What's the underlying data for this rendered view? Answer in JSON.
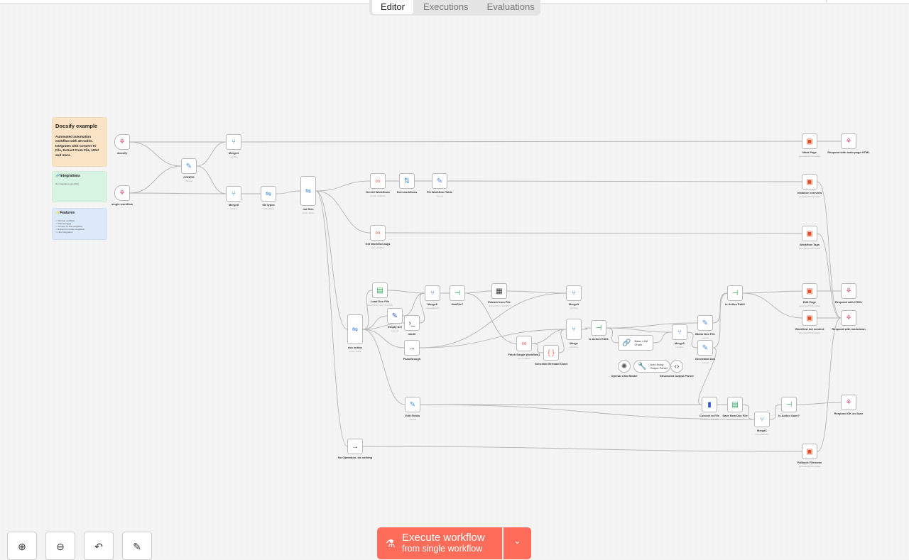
{
  "tabs": [
    "Editor",
    "Executions",
    "Evaluations"
  ],
  "active_tab": "Editor",
  "stickies": {
    "docsify": {
      "title": "Docsify example",
      "body": "Automated automation workflow with 49 nodes. Integrates with Convert To File, Extract From File, Html and more."
    },
    "integrations": {
      "title": "🔗Integrations",
      "body": "No integrations specified."
    },
    "features": {
      "title": "✨Features",
      "items": [
        "✓ 49 node workflow",
        "✓ Manual trigger",
        "✓ Convert To File integration",
        "✓ Extract From File integration",
        "✓ Html integration"
      ]
    }
  },
  "nodes": [
    {
      "label": "docsify",
      "icon": "webhook",
      "color": "#ea4b71"
    },
    {
      "label": "single workflow",
      "icon": "webhook",
      "color": "#ea4b71"
    },
    {
      "label": "CONFIG",
      "sub": "manual",
      "icon": "pencil",
      "color": "#4a8fe0"
    },
    {
      "label": "Merge4",
      "sub": "combine",
      "icon": "merge",
      "color": "#4a8fe0"
    },
    {
      "label": "Merge5",
      "sub": "combine",
      "icon": "merge",
      "color": "#4a8fe0"
    },
    {
      "label": "file types",
      "sub": "mode: Rules",
      "icon": "switch",
      "color": "#4a8fe0"
    },
    {
      "label": "md files",
      "sub": "mode: Rules",
      "icon": "switch",
      "color": "#4a8fe0"
    },
    {
      "label": "Get All Workflows",
      "sub": "getAll: workflow",
      "icon": "n8n",
      "color": "#ff6d5a"
    },
    {
      "label": "Sort workflows",
      "icon": "sort",
      "color": "#4a8fe0"
    },
    {
      "label": "Fill Workflow Table",
      "sub": "manual",
      "icon": "pencil",
      "color": "#4a8fe0"
    },
    {
      "label": "Get Workflow tags",
      "sub": "get: workflow",
      "icon": "n8n",
      "color": "#ff6d5a"
    },
    {
      "label": "Main Page",
      "sub": "generateHtmlTemplate",
      "icon": "html",
      "color": "#e44d26"
    },
    {
      "label": "Respond with main page HTML",
      "icon": "respond",
      "color": "#ea4b71"
    },
    {
      "label": "Instance overview",
      "sub": "generateHtmlTemplate",
      "icon": "html",
      "color": "#e44d26"
    },
    {
      "label": "Workflow Tags",
      "sub": "generateHtmlTemplate",
      "icon": "html",
      "color": "#e44d26"
    },
    {
      "label": "doc action",
      "sub": "mode: Rules",
      "icon": "switch",
      "color": "#4a8fe0"
    },
    {
      "label": "Load Doc File",
      "sub": "Read/Write Files from Disk",
      "icon": "file",
      "color": "#2aa35a"
    },
    {
      "label": "Empty Set",
      "sub": "manual",
      "icon": "pencil",
      "color": "#3355dd"
    },
    {
      "label": "Merge6",
      "sub": "chooseBranch",
      "icon": "merge",
      "color": "#4a8fe0"
    },
    {
      "label": "HasFile?",
      "icon": "if",
      "color": "#2aa35a"
    },
    {
      "label": "Extract from File",
      "sub": "Extract From Text File",
      "icon": "extract",
      "color": "#333"
    },
    {
      "label": "Merge3",
      "sub": "combine",
      "icon": "merge",
      "color": "#4a8fe0"
    },
    {
      "label": "mkdir",
      "icon": "exec",
      "color": "#333"
    },
    {
      "label": "Passthrough",
      "icon": "noop",
      "color": "#333"
    },
    {
      "label": "Merge",
      "sub": "combine",
      "icon": "merge",
      "color": "#4a8fe0"
    },
    {
      "label": "Fetch Single Workflow1",
      "sub": "get: workflow",
      "icon": "n8n",
      "color": "#ff6d5a"
    },
    {
      "label": "Generate Mermaid Chart",
      "icon": "code",
      "color": "#ff6d5a"
    },
    {
      "label": "Is Action Edit1",
      "icon": "if",
      "color": "#2aa35a"
    },
    {
      "label": "Basic LLM Chain",
      "icon": "chain",
      "color": "#333"
    },
    {
      "label": "Merge2",
      "sub": "combine",
      "icon": "merge",
      "color": "#4a8fe0"
    },
    {
      "label": "Blank Doc File",
      "sub": "manual",
      "icon": "pencil",
      "color": "#4a8fe0"
    },
    {
      "label": "Generated Doc",
      "sub": "manual",
      "icon": "pencil",
      "color": "#4a8fe0"
    },
    {
      "label": "Is Action Edit2",
      "icon": "if",
      "color": "#2aa35a"
    },
    {
      "label": "Edit Page",
      "sub": "generateHtmlTemplate",
      "icon": "html",
      "color": "#e44d26"
    },
    {
      "label": "Workflow md content",
      "sub": "generateHtmlTemplate",
      "icon": "html",
      "color": "#e44d26"
    },
    {
      "label": "Respond with HTML",
      "icon": "respond",
      "color": "#ea4b71"
    },
    {
      "label": "Respond with markdown",
      "icon": "respond",
      "color": "#ea4b71"
    },
    {
      "label": "OpenAI Chat Model",
      "icon": "openai",
      "color": "#555"
    },
    {
      "label": "Auto-fixing Output Parser",
      "icon": "wrench",
      "color": "#333"
    },
    {
      "label": "Structured Output Parser",
      "icon": "braces",
      "color": "#333"
    },
    {
      "label": "Edit Fields",
      "sub": "manual",
      "icon": "pencil",
      "color": "#4a8fe0"
    },
    {
      "label": "Convert to File",
      "sub": "Convert to Text File",
      "icon": "convert",
      "color": "#3355dd"
    },
    {
      "label": "Save New Doc File",
      "sub": "Write File to Disk",
      "icon": "file",
      "color": "#2aa35a"
    },
    {
      "label": "Merge1",
      "sub": "chooseBranch",
      "icon": "merge",
      "color": "#4a8fe0"
    },
    {
      "label": "Is Action Save?",
      "icon": "if",
      "color": "#2aa35a"
    },
    {
      "label": "Respond OK on Save",
      "icon": "respond",
      "color": "#ea4b71"
    },
    {
      "label": "No Operation, do nothing",
      "icon": "noop",
      "color": "#333"
    },
    {
      "label": "Fallback Filename",
      "sub": "generateHtmlTemplate",
      "icon": "html",
      "color": "#e44d26"
    }
  ],
  "controls": {
    "zoom_in": "zoom-in",
    "zoom_out": "zoom-out",
    "undo": "undo",
    "tidy": "tidy-up"
  },
  "execute": {
    "label": "Execute workflow",
    "sublabel": "from single workflow",
    "color": "#ff6d5a"
  }
}
